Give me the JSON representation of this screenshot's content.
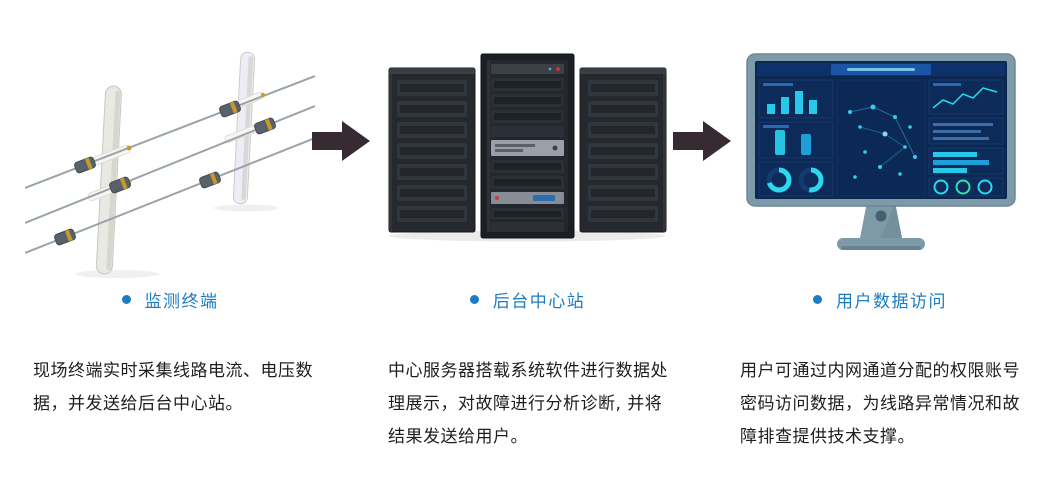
{
  "colors": {
    "accent_blue": "#1b7cc3",
    "arrow": "#382a33",
    "body_text": "#1e1e1e"
  },
  "steps": [
    {
      "label": "监测终端",
      "description": "现场终端实时采集线路电流、电压数据，并发送给后台中心站。",
      "illustration": "power-line-monitoring-terminals"
    },
    {
      "label": "后台中心站",
      "description": "中心服务器搭载系统软件进行数据处理展示，对故障进行分析诊断, 并将结果发送给用户。",
      "illustration": "server-racks"
    },
    {
      "label": "用户数据访问",
      "description": "用户可通过内网通道分配的权限账号密码访问数据，为线路异常情况和故障排查提供技术支撑。",
      "illustration": "dashboard-monitor"
    }
  ]
}
